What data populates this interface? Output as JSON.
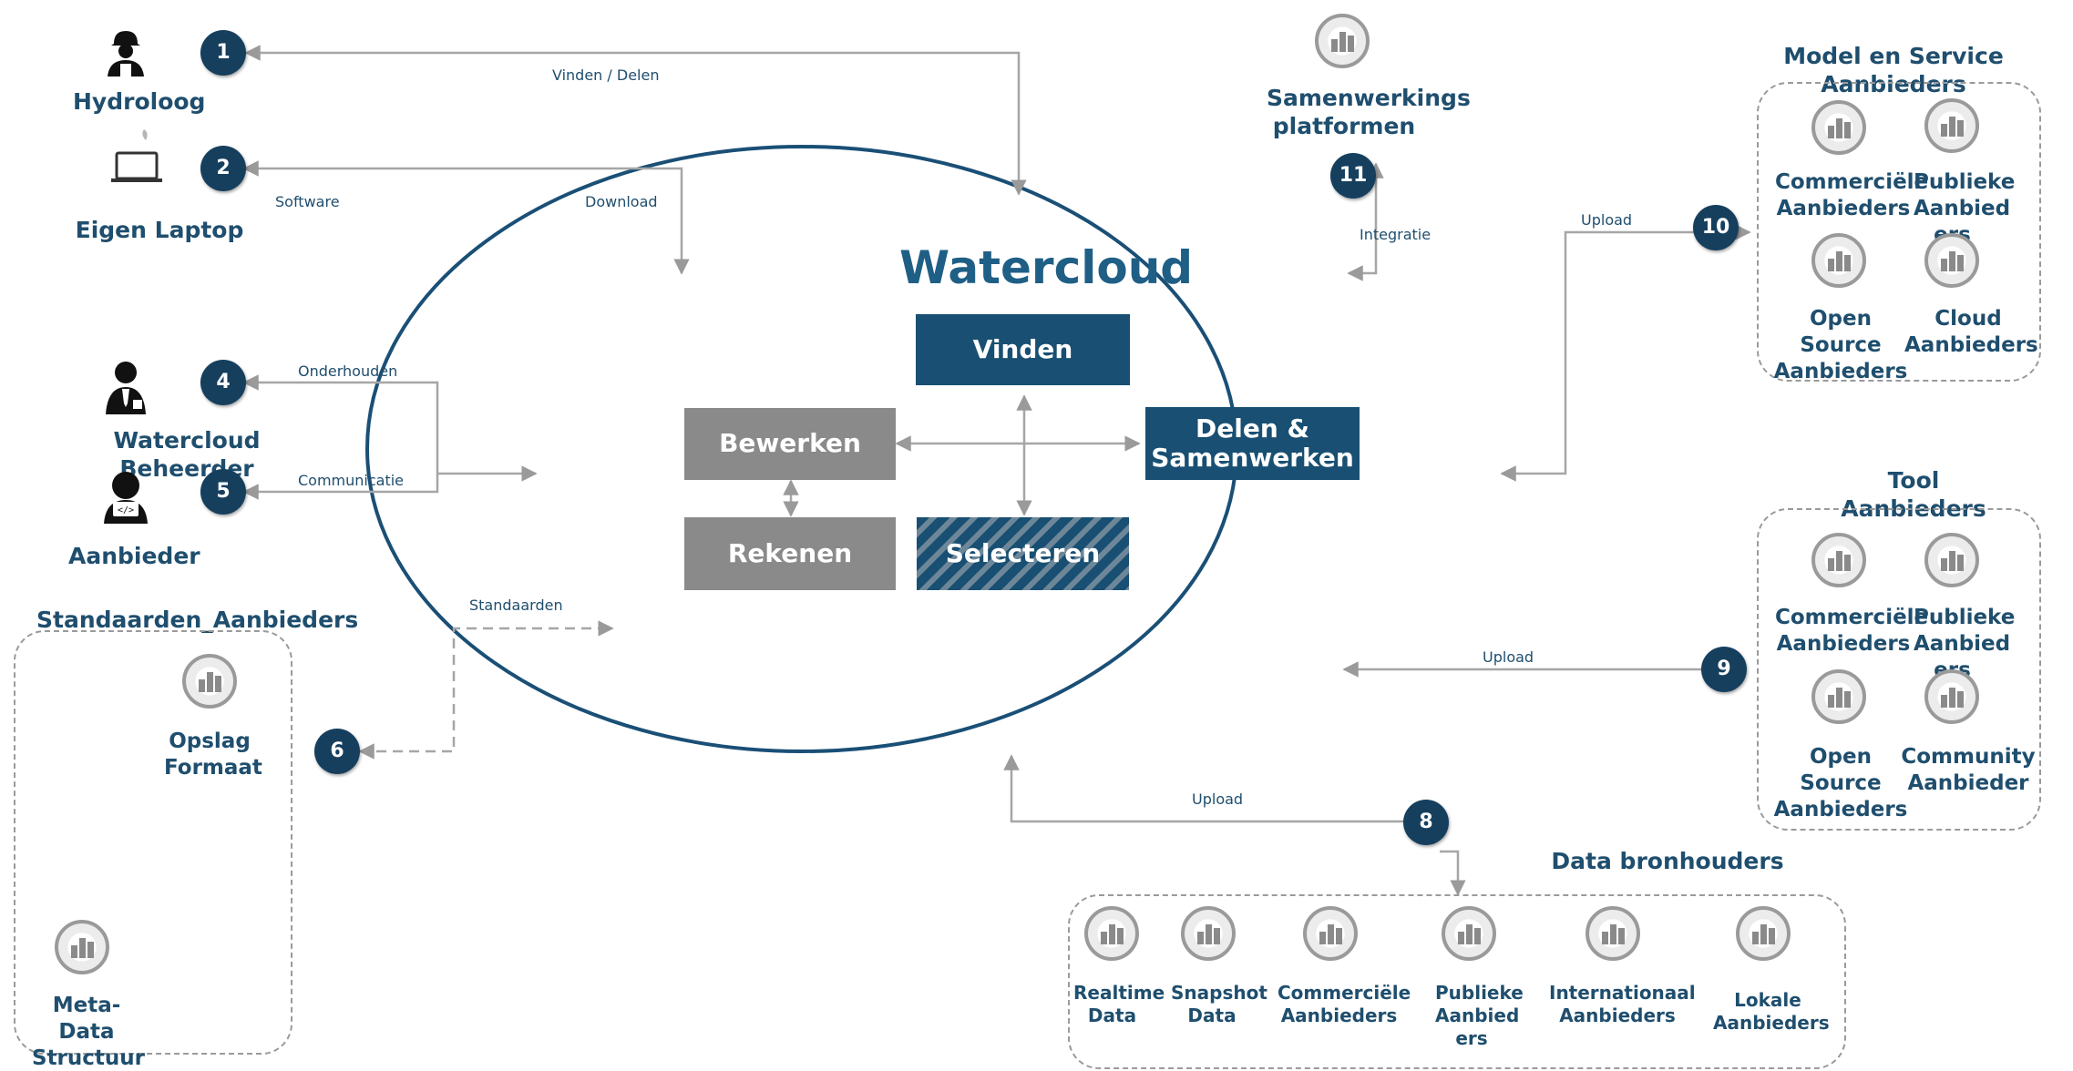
{
  "diagram": {
    "title": "Watercloud",
    "center_boxes": {
      "vinden": "Vinden",
      "delen": "Delen & Samenwerken",
      "bewerken": "Bewerken",
      "rekenen": "Rekenen",
      "selecteren": "Selecteren"
    },
    "actors": {
      "hydroloog": "Hydroloog",
      "laptop": "Eigen Laptop",
      "beheerder": "Watercloud Beheerder",
      "aanbieder": "Aanbieder",
      "samenwerkings": "Samenwerkings platformen"
    },
    "numbers": [
      "1",
      "2",
      "4",
      "5",
      "6",
      "8",
      "9",
      "10",
      "11"
    ],
    "edge_labels": {
      "vinden_delen": "Vinden / Delen",
      "software": "Software",
      "download": "Download",
      "onderhouden": "Onderhouden",
      "communicatie": "Communicatie",
      "standaarden": "Standaarden",
      "integratie": "Integratie",
      "upload_10": "Upload",
      "upload_9": "Upload",
      "upload_8": "Upload"
    },
    "groups": {
      "model": {
        "title": "Model en Service Aanbieders",
        "items": [
          "Commerciële Aanbieders",
          "Publieke Aanbied ers",
          "Open Source Aanbieders",
          "Cloud Aanbieders"
        ]
      },
      "tool": {
        "title": "Tool Aanbieders",
        "items": [
          "Commerciële Aanbieders",
          "Publieke Aanbied ers",
          "Open Source Aanbieders",
          "Community Aanbieder"
        ]
      },
      "standaarden": {
        "title": "Standaarden_Aanbieders",
        "items": [
          "Opslag Formaat",
          "Meta-Data Structuur"
        ]
      },
      "data": {
        "title": "Data bronhouders",
        "items": [
          "Realtime Data",
          "Snapshot Data",
          "Commerciële Aanbieders",
          "Publieke Aanbied ers",
          "Internationaal Aanbieders",
          "Lokale Aanbieders"
        ]
      }
    },
    "icons": [
      "building-icon"
    ],
    "colors": {
      "dark_blue": "#184f72",
      "gray_box": "#8a8a8a",
      "title_blue": "#1f5f86",
      "badge": "#163f5e"
    }
  }
}
